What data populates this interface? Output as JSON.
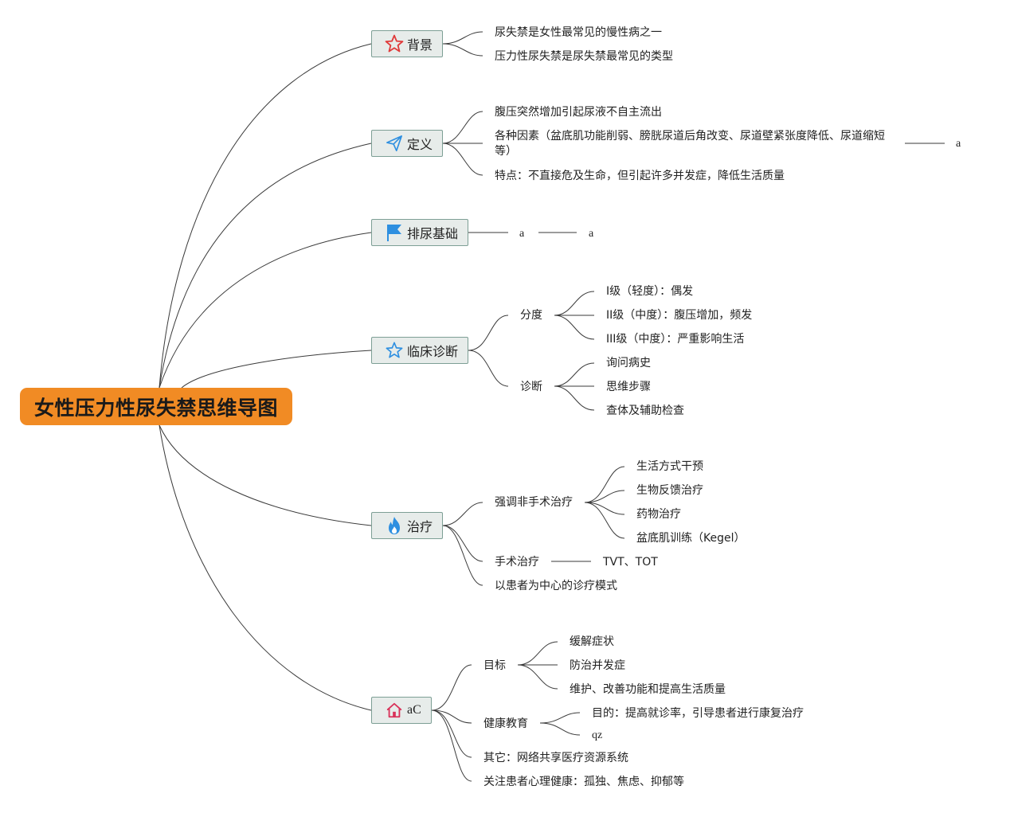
{
  "root": {
    "title": "女性压力性尿失禁思维导图"
  },
  "branches": {
    "background": {
      "label": "背景",
      "icon": "star-outline-red-icon",
      "items": [
        "尿失禁是女性最常见的慢性病之一",
        "压力性尿失禁是尿失禁最常见的类型"
      ]
    },
    "definition": {
      "label": "定义",
      "icon": "paper-plane-icon",
      "items": [
        "腹压突然增加引起尿液不自主流出",
        "各种因素（盆底肌功能削弱、膀胱尿道后角改变、尿道壁紧张度降低、尿道缩短等）",
        "特点：不直接危及生命，但引起许多并发症，降低生活质量"
      ],
      "extra": "a"
    },
    "basis": {
      "label": "排尿基础",
      "icon": "flag-icon",
      "child": "a",
      "grandchild": "a"
    },
    "diagnosis": {
      "label": "临床诊断",
      "icon": "star-outline-blue-icon",
      "grading": {
        "label": "分度",
        "items": [
          "I级（轻度）：偶发",
          "II级（中度）：腹压增加，频发",
          "III级（中度）：严重影响生活"
        ]
      },
      "diagnose": {
        "label": "诊断",
        "items": [
          "询问病史",
          "思维步骤",
          "查体及辅助检查"
        ]
      }
    },
    "treatment": {
      "label": "治疗",
      "icon": "flame-icon",
      "nonsurgical": {
        "label": "强调非手术治疗",
        "items": [
          "生活方式干预",
          "生物反馈治疗",
          "药物治疗",
          "盆底肌训练（Kegel）"
        ]
      },
      "surgical": {
        "label": "手术治疗",
        "item": "TVT、TOT"
      },
      "patient_centered": "以患者为中心的诊疗模式"
    },
    "care": {
      "label": "aC",
      "icon": "house-icon",
      "goals": {
        "label": "目标",
        "items": [
          "缓解症状",
          "防治并发症",
          "维护、改善功能和提高生活质量"
        ]
      },
      "education": {
        "label": "健康教育",
        "items": [
          "目的：提高就诊率，引导患者进行康复治疗",
          "qz"
        ]
      },
      "other": "其它：网络共享医疗资源系统",
      "mental": "关注患者心理健康：孤独、焦虑、抑郁等"
    }
  },
  "colors": {
    "root_fill": "#f18b24",
    "topic_fill": "#e7ecea",
    "topic_border": "#7d9f95",
    "icon_red": "#e03b3b",
    "icon_blue": "#2e8fe0",
    "icon_house": "#d9325a"
  }
}
